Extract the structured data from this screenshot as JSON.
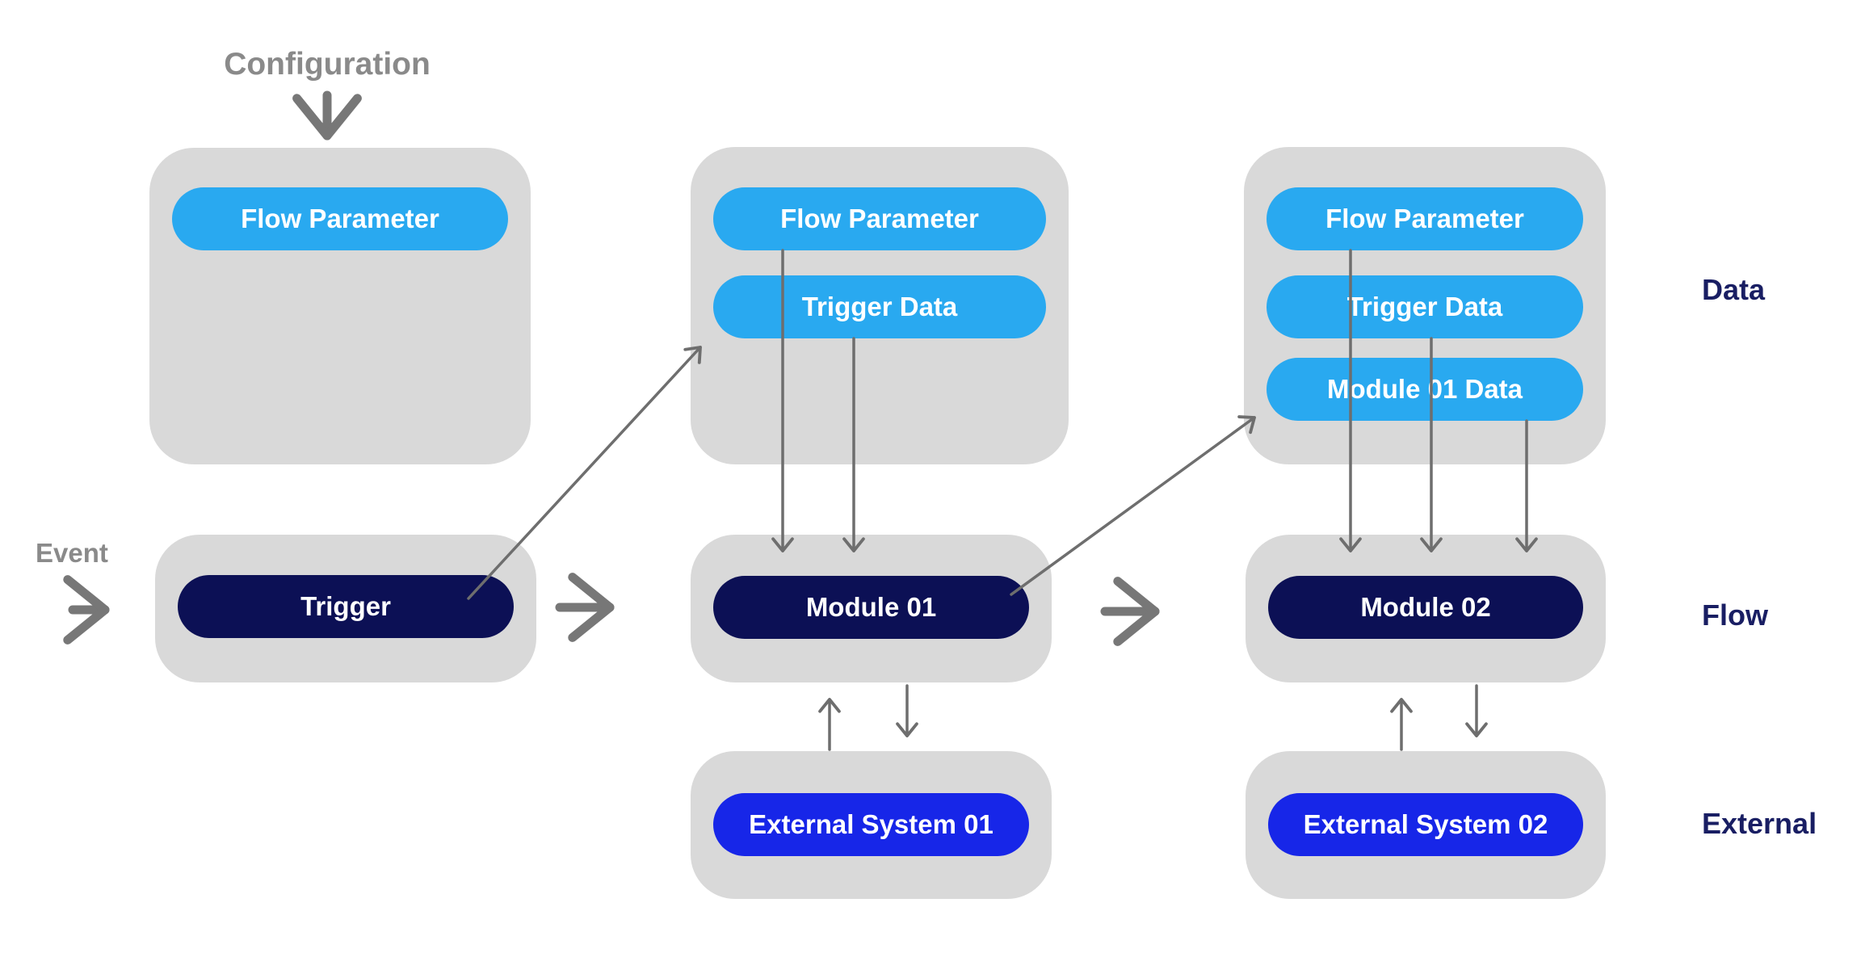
{
  "labels": {
    "configuration": "Configuration",
    "event": "Event"
  },
  "lanes": {
    "data": "Data",
    "flow": "Flow",
    "external": "External"
  },
  "stages": {
    "stage1": {
      "data_pills": [
        "Flow Parameter"
      ],
      "flow_pill": "Trigger"
    },
    "stage2": {
      "data_pills": [
        "Flow Parameter",
        "Trigger Data"
      ],
      "flow_pill": "Module 01",
      "external_pill": "External System 01"
    },
    "stage3": {
      "data_pills": [
        "Flow Parameter",
        "Trigger Data",
        "Module 01 Data"
      ],
      "flow_pill": "Module 02",
      "external_pill": "External System 02"
    }
  },
  "connections": [
    {
      "from": "Configuration",
      "to": "Stage 1 data container",
      "style": "thick-arrow"
    },
    {
      "from": "Event",
      "to": "Trigger",
      "style": "thick-arrow"
    },
    {
      "from": "Trigger",
      "to": "Module 01",
      "style": "thick-arrow"
    },
    {
      "from": "Module 01",
      "to": "Module 02",
      "style": "thick-arrow"
    },
    {
      "from": "Trigger",
      "to": "Stage 2 data container",
      "style": "thin-arrow"
    },
    {
      "from": "Flow Parameter (stage 2)",
      "to": "Module 01",
      "style": "thin-arrow"
    },
    {
      "from": "Trigger Data (stage 2)",
      "to": "Module 01",
      "style": "thin-arrow"
    },
    {
      "from": "Module 01",
      "to": "Module 01 Data (stage 3)",
      "style": "thin-arrow"
    },
    {
      "from": "Flow Parameter (stage 3)",
      "to": "Module 02",
      "style": "thin-arrow"
    },
    {
      "from": "Trigger Data (stage 3)",
      "to": "Module 02",
      "style": "thin-arrow"
    },
    {
      "from": "Module 01 Data (stage 3)",
      "to": "Module 02",
      "style": "thin-arrow"
    },
    {
      "from": "External System 01",
      "to": "Module 01",
      "style": "thin-arrow"
    },
    {
      "from": "Module 01",
      "to": "External System 01",
      "style": "thin-arrow"
    },
    {
      "from": "External System 02",
      "to": "Module 02",
      "style": "thin-arrow"
    },
    {
      "from": "Module 02",
      "to": "External System 02",
      "style": "thin-arrow"
    }
  ],
  "colors": {
    "container_gray": "#D9D9D9",
    "data_pill_blue": "#29A9F0",
    "flow_pill_navy": "#0C1055",
    "external_pill_blue": "#1726E8",
    "thick_arrow_gray": "#777777",
    "thin_line_gray": "#6E6E6E",
    "gray_label_text": "#8A8A8A",
    "lane_label_navy": "#191E63",
    "background": "#FFFFFF"
  }
}
